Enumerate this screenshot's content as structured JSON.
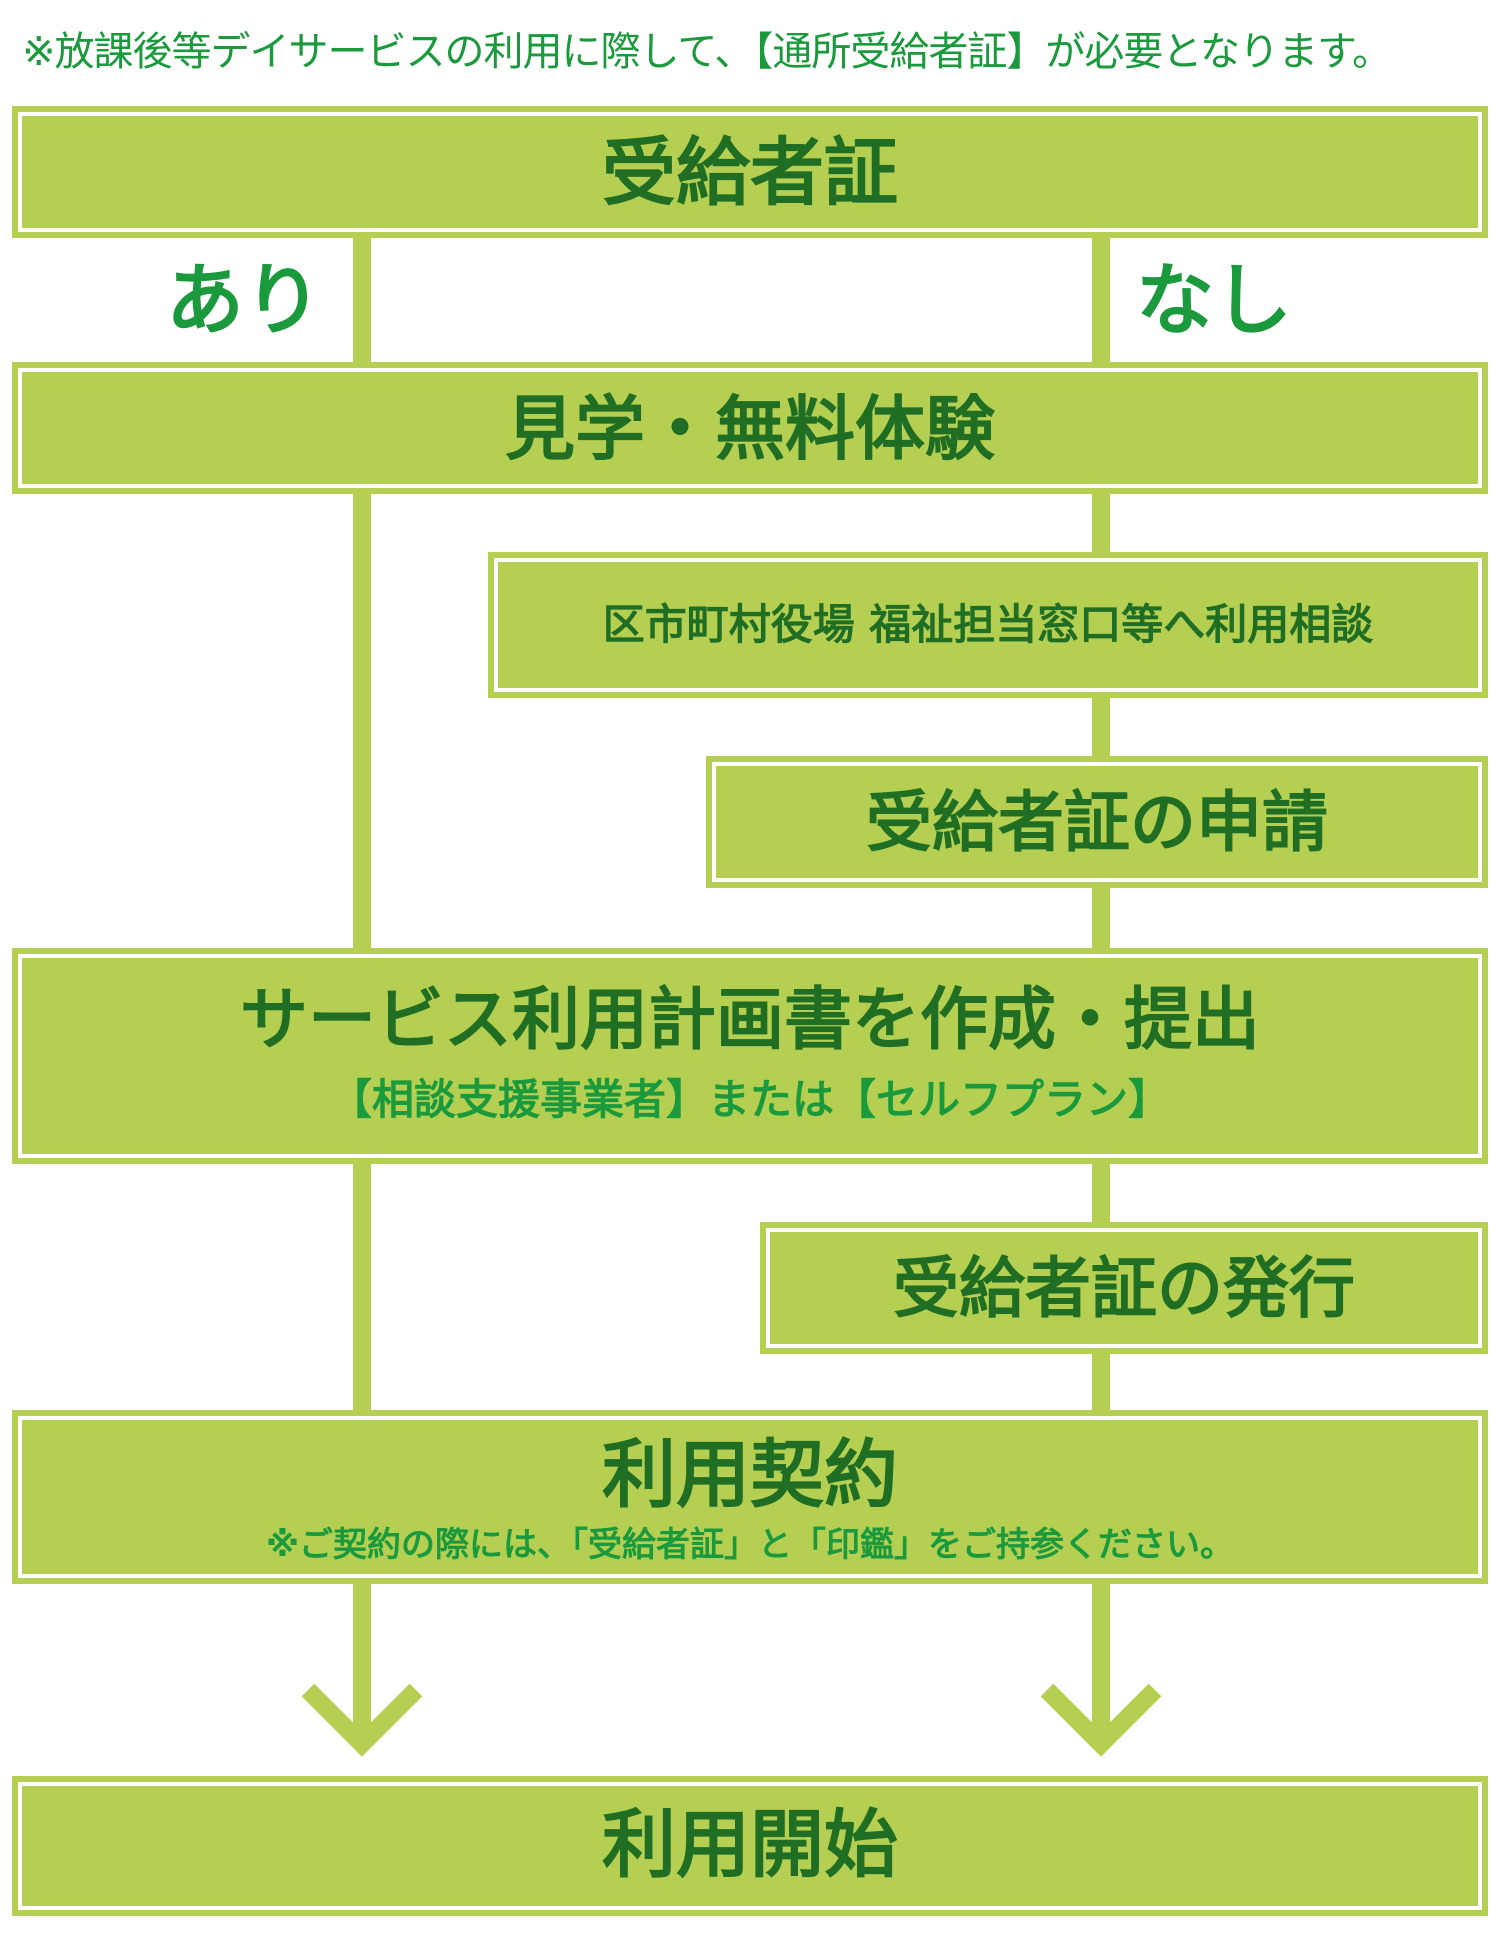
{
  "top_note": "※放課後等デイサービスの利用に際して、【通所受給者証】が必要となります。",
  "branch_yes": "あり",
  "branch_no": "なし",
  "steps": {
    "certificate": "受給者証",
    "tour": "見学・無料体験",
    "consult": "区市町村役場 福祉担当窓口等へ利用相談",
    "apply": "受給者証の申請",
    "plan": "サービス利用計画書を作成・提出",
    "plan_sub": "【相談支援事業者】または【セルフプラン】",
    "issue": "受給者証の発行",
    "contract": "利用契約",
    "contract_note": "※ご契約の際には、「受給者証」と「印鑑」をご持参ください。",
    "start": "利用開始"
  },
  "colors": {
    "box_fill": "#b5cf52",
    "box_text": "#1f6e24",
    "accent_text": "#1a9a3c",
    "box_inner_border": "#ffffff"
  },
  "icons": [
    "arrow-down-icon",
    "arrow-down-icon"
  ]
}
